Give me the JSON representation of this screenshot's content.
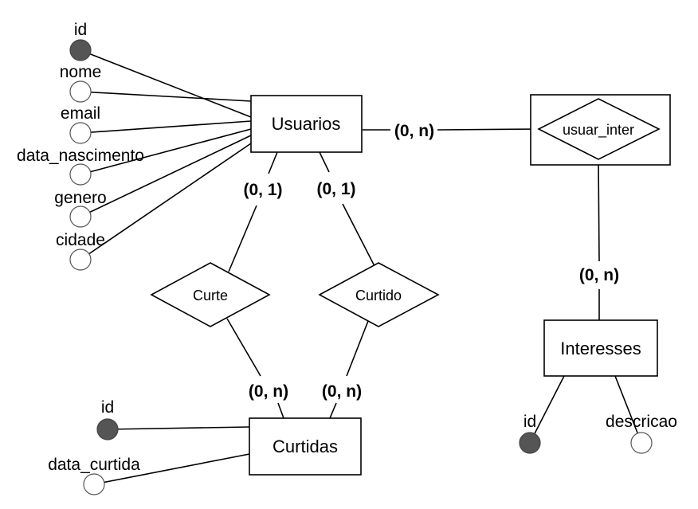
{
  "entities": {
    "usuarios": "Usuarios",
    "curtidas": "Curtidas",
    "interesses": "Interesses"
  },
  "relationships": {
    "curte": "Curte",
    "curtido": "Curtido",
    "usuar_inter": "usuar_inter"
  },
  "attributes": {
    "usuarios": {
      "id": "id",
      "nome": "nome",
      "email": "email",
      "data_nascimento": "data_nascimento",
      "genero": "genero",
      "cidade": "cidade"
    },
    "curtidas": {
      "id": "id",
      "data_curtida": "data_curtida"
    },
    "interesses": {
      "id": "id",
      "descricao": "descricao"
    }
  },
  "cardinalities": {
    "usuarios_curte": "(0, 1)",
    "usuarios_curtido": "(0, 1)",
    "curte_curtidas": "(0, n)",
    "curtido_curtidas": "(0, n)",
    "usuarios_usuar_inter": "(0, n)",
    "usuar_inter_interesses": "(0, n)"
  }
}
